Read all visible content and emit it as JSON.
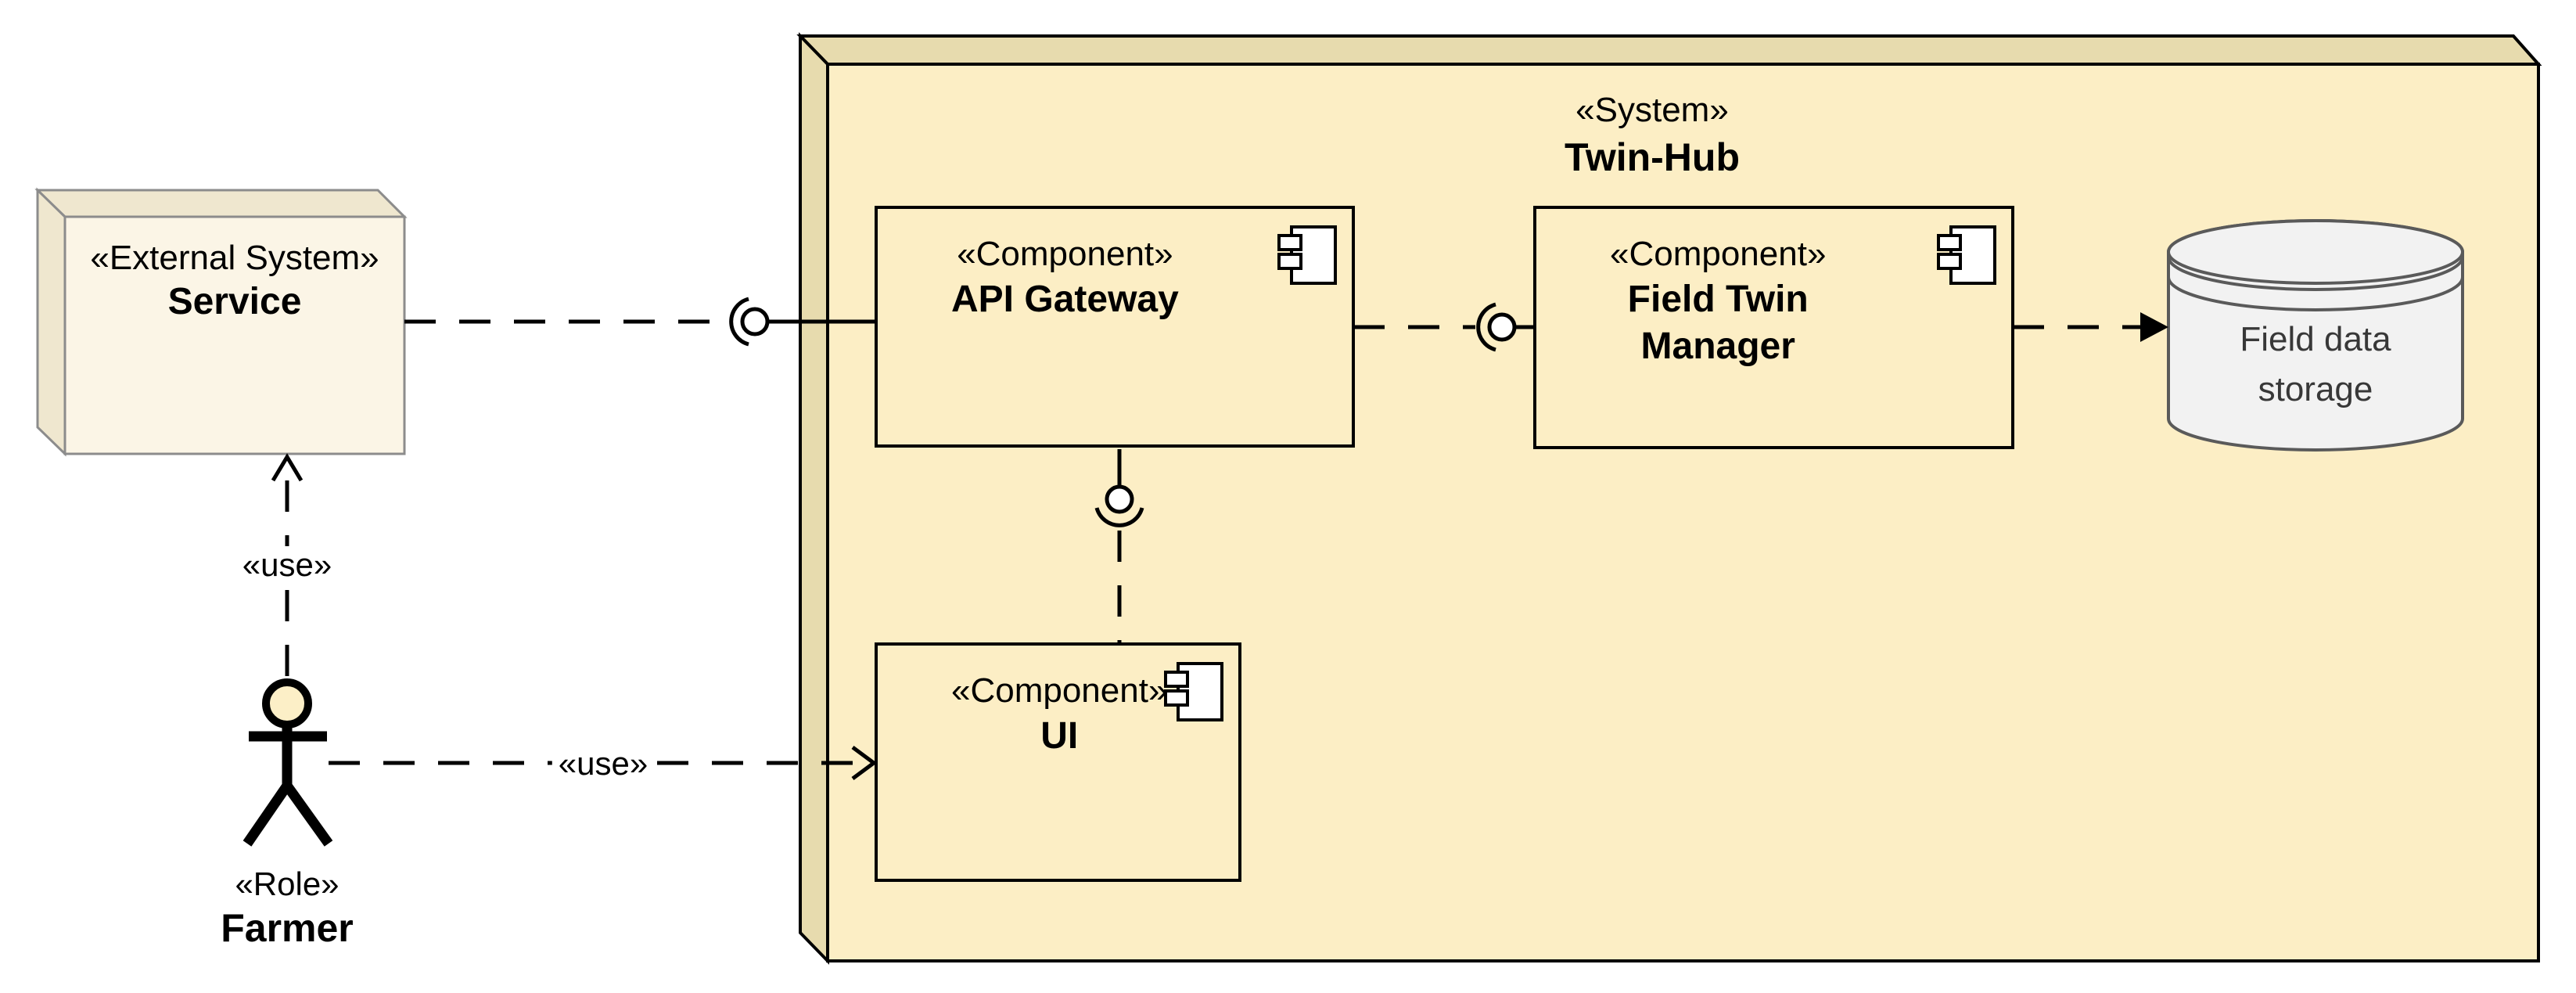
{
  "diagram_type": "UML component diagram",
  "colors": {
    "background": "#FFFFFF",
    "system_fill": "#FCEEC5",
    "system_side_fill": "#E7DBAE",
    "system_border": "#000000",
    "external_fill": "#FBF5E6",
    "external_side_fill": "#EFE7CF",
    "external_border": "#8C8C8C",
    "component_fill": "#FCEEC5",
    "component_border": "#000000",
    "storage_fill": "#F2F2F2",
    "storage_border": "#5A5A5A",
    "storage_text": "#383838",
    "actor_head_fill": "#FCEFC7",
    "connector_line": "#000000"
  },
  "external_system": {
    "stereotype": "«External System»",
    "name": "Service"
  },
  "actor": {
    "stereotype": "«Role»",
    "name": "Farmer"
  },
  "system": {
    "stereotype": "«System»",
    "name": "Twin-Hub"
  },
  "components": {
    "api_gateway": {
      "stereotype": "«Component»",
      "name": "API Gateway"
    },
    "field_twin_manager": {
      "stereotype": "«Component»",
      "name_line1": "Field Twin",
      "name_line2": "Manager"
    },
    "ui": {
      "stereotype": "«Component»",
      "name": "UI"
    }
  },
  "storage": {
    "name_line1": "Field data",
    "name_line2": "storage"
  },
  "labels": {
    "use_vertical": "«use»",
    "use_horizontal": "«use»"
  },
  "connections": [
    {
      "from": "Farmer",
      "to": "Service",
      "label": "«use»",
      "style": "dashed, open arrow"
    },
    {
      "from": "Farmer",
      "to": "UI",
      "label": "«use»",
      "style": "dashed, open arrow"
    },
    {
      "from": "Service",
      "to": "API Gateway",
      "style": "dashed to ball-and-socket interface"
    },
    {
      "from": "API Gateway",
      "to": "Field Twin Manager",
      "style": "dashed to ball-and-socket interface"
    },
    {
      "from": "API Gateway",
      "to": "UI",
      "style": "ball-and-socket interface, dashed to UI"
    },
    {
      "from": "Field Twin Manager",
      "to": "Field data storage",
      "style": "dashed, solid arrow"
    }
  ]
}
